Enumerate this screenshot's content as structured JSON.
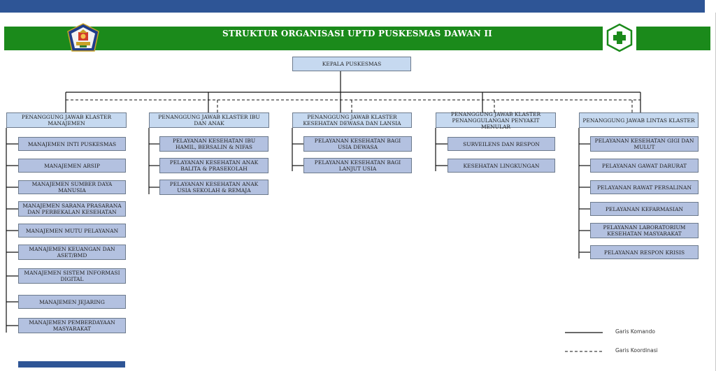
{
  "title": "STRUKTUR ORGANISASI UPTD PUSKESMAS DAWAN II",
  "root": "KEPALA PUSKESMAS",
  "columns": [
    {
      "header": "PENANGGUNG JAWAB KLASTER MANAJEMEN",
      "items": [
        "MANAJEMEN INTI PUSKESMAS",
        "MANAJEMEN ARSIP",
        "MANAJEMEN SUMBER DAYA MANUSIA",
        "MANAJEMEN SARANA PRASARANA DAN PERBEKALAN KESEHATAN",
        "MANAJEMEN MUTU PELAYANAN",
        "MANAJEMEN KEUANGAN DAN ASET/BMD",
        "MANAJEMEN SISTEM INFORMASI DIGITAL",
        "MANAJEMEN JEJARING",
        "MANAJEMEN PEMBERDAYAAN MASYARAKAT"
      ]
    },
    {
      "header": "PENANGGUNG JAWAB KLASTER IBU DAN ANAK",
      "items": [
        "PELAYANAN KESEHATAN IBU HAMIL, BERSALIN & NIFAS",
        "PELAYANAN KESEHATAN ANAK BALITA & PRASEKOLAH",
        "PELAYANAN KESEHATAN ANAK USIA SEKOLAH & REMAJA"
      ]
    },
    {
      "header": "PENANGGUNG JAWAB KLASTER KESEHATAN DEWASA DAN LANSIA",
      "items": [
        "PELAYANAN KESEHATAN BAGI USIA DEWASA",
        "PELAYANAN KESEHATAN BAGI LANJUT USIA"
      ]
    },
    {
      "header": "PENANGGUNG JAWAB KLASTER PENANGGULANGAN PENYAKIT MENULAR",
      "items": [
        "SURVEILENS DAN  RESPON",
        "KESEHATAN LINGKUNGAN"
      ]
    },
    {
      "header": "PENANGGUNG JAWAB LINTAS KLASTER",
      "items": [
        "PELAYANAN KESEHATAN GIGI DAN MULUT",
        "PELAYANAN GAWAT DARURAT",
        "PELAYANAN RAWAT PERSALINAN",
        "PELAYANAN KEFARMASIAN",
        "PELAYANAN LABORATORIUM KESEHATAN MASYARAKAT",
        "PELAYANAN RESPON KRISIS"
      ]
    }
  ],
  "legend": {
    "solid": "Garis Komando",
    "dashed": "Garis Koordinasi"
  },
  "colors": {
    "banner": "#1b8a1b",
    "topbar": "#2e5596",
    "header_box": "#c6d9f0",
    "sub_box": "#b3c1e0"
  }
}
